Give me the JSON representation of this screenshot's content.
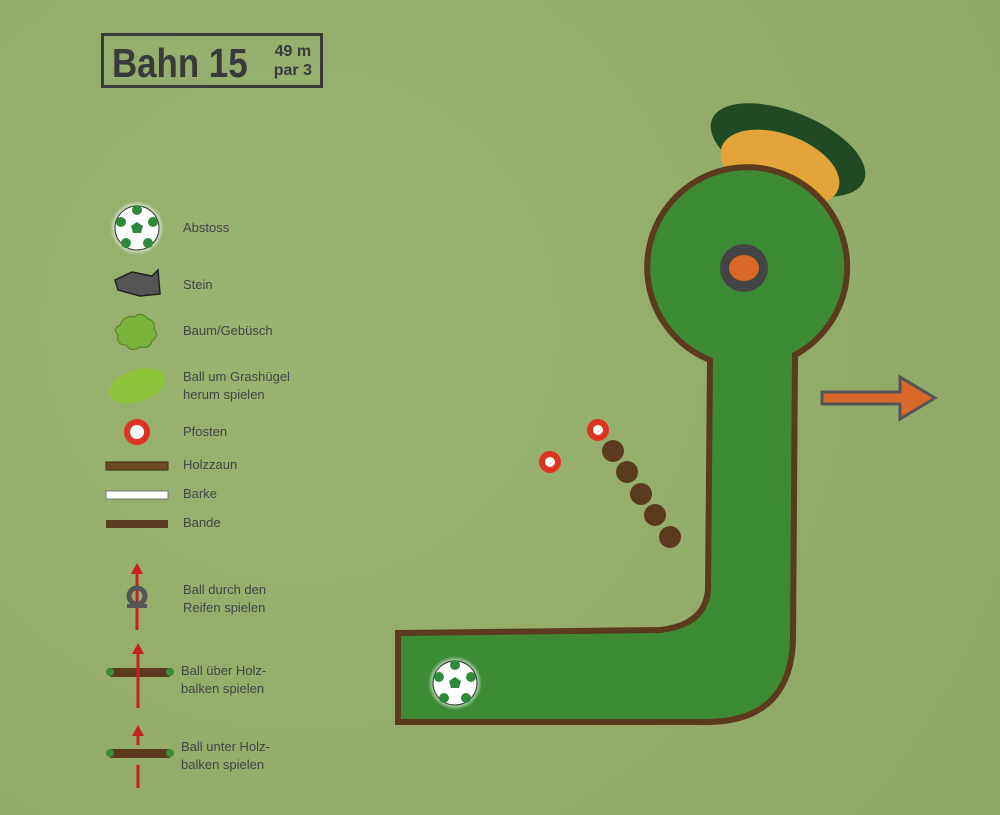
{
  "header": {
    "title": "Bahn 15",
    "distance": "49 m",
    "par": "par 3"
  },
  "legend": [
    {
      "icon": "football-icon",
      "label": "Abstoss"
    },
    {
      "icon": "stone-icon",
      "label": "Stein"
    },
    {
      "icon": "bush-icon",
      "label": "Baum/Gebüsch"
    },
    {
      "icon": "grass-hill-icon",
      "label": "Ball um Grashügel herum spielen"
    },
    {
      "icon": "post-icon",
      "label": "Pfosten"
    },
    {
      "icon": "wood-fence-icon",
      "label": "Holzzaun"
    },
    {
      "icon": "barrier-icon",
      "label": "Barke"
    },
    {
      "icon": "border-icon",
      "label": "Bande"
    },
    {
      "icon": "hoop-icon",
      "label": "Ball durch den Reifen spielen"
    },
    {
      "icon": "beam-over-icon",
      "label": "Ball über Holz-balken spielen"
    },
    {
      "icon": "beam-under-icon",
      "label": "Ball unter Holz-balken spielen"
    }
  ],
  "colors": {
    "grass": "#93ad6a",
    "fairway": "#3d8b35",
    "border": "#5b3a1d",
    "accent": "#d8692a",
    "hill": "#e3a53a",
    "hilldark": "#1f4a22"
  }
}
